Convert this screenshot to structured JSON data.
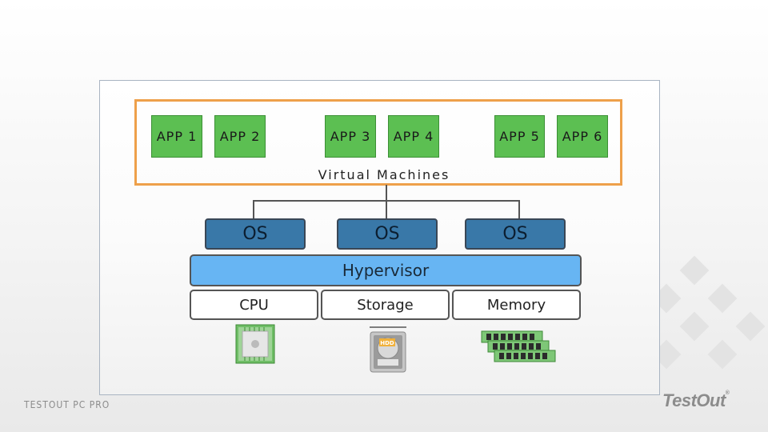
{
  "diagram": {
    "apps": [
      "APP 1",
      "APP 2",
      "APP 3",
      "APP 4",
      "APP 5",
      "APP 6"
    ],
    "vm_label": "Virtual Machines",
    "os": [
      "OS",
      "OS",
      "OS"
    ],
    "hypervisor": "Hypervisor",
    "resources": [
      "CPU",
      "Storage",
      "Memory"
    ],
    "hdd_label": "HDD",
    "colors": {
      "app_fill": "#5cbf52",
      "vm_frame": "#eea04a",
      "os_fill": "#3978a8",
      "hypervisor_fill": "#67b5f3"
    },
    "icons": [
      "cpu-chip-icon",
      "hard-drive-icon",
      "memory-ram-icon"
    ]
  },
  "footer": {
    "course_label": "TESTOUT PC PRO",
    "logo": "TestOut",
    "logo_mark": "®"
  }
}
